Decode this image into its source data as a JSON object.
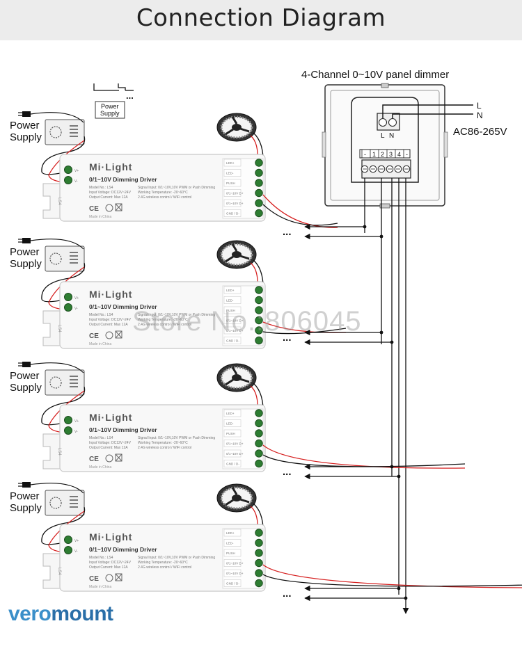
{
  "title": "Connection Diagram",
  "panel": {
    "label": "4-Channel 0~10V panel dimmer",
    "terminal_l": "L",
    "terminal_n": "N",
    "ac_l": "L",
    "ac_n": "N",
    "ac_label": "AC86-265V",
    "channels": [
      "-",
      "1",
      "2",
      "3",
      "4",
      "-"
    ]
  },
  "extra_supply": {
    "label_line1": "Power",
    "label_line2": "Supply",
    "ellipsis": "..."
  },
  "drivers": [
    {
      "power_line1": "Power",
      "power_line2": "Supply"
    },
    {
      "power_line1": "Power",
      "power_line2": "Supply"
    },
    {
      "power_line1": "Power",
      "power_line2": "Supply"
    },
    {
      "power_line1": "Power",
      "power_line2": "Supply"
    }
  ],
  "driver_text": {
    "brand": "Mi·Light",
    "model_title": "0/1~10V Dimming Driver",
    "model_no": "Model No.: LS4",
    "input_voltage": "Input Voltage: DC12V~24V",
    "output_current": "Output Current: Max 12A",
    "signal_input": "Signal Input: 0/1~10V,10V PWM or Push Dimming",
    "working_temp": "Working Temperature: -20~60°C",
    "wireless": "2.4G wireless control / WiFi control",
    "made_in": "Made in China",
    "ce": "CE",
    "terminals": [
      "LED+",
      "LED-",
      "PUSH",
      "0/1~10V D+",
      "0/1~10V D+",
      "GND / D-"
    ],
    "side_label": "LS4",
    "input_plus": "V+",
    "input_minus": "V-"
  },
  "bus_ellipsis": "...",
  "watermark": "Store No.:806045",
  "logo": {
    "part1": "vero",
    "part2": "mount"
  },
  "colors": {
    "banner_bg": "#ececec",
    "wire_black": "#111111",
    "wire_red": "#d62020",
    "terminal_green": "#2e7d32",
    "logo_blue": "#3b8fc9"
  }
}
